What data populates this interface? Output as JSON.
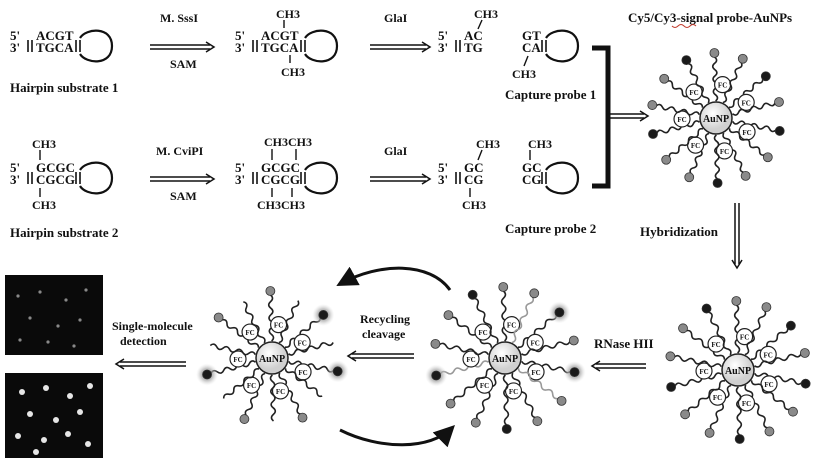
{
  "row1": {
    "substrate_label": "Hairpin substrate 1",
    "stem_top": "ACGT",
    "stem_bottom": "TGCA",
    "prime5": "5'",
    "prime3": "3'",
    "enzyme1": "M. SssI",
    "cofactor": "SAM",
    "methyl": "CH3",
    "enzyme2": "GlaI",
    "frag_top": "AC",
    "frag_bottom": "TG",
    "hp_top": "GT",
    "hp_bottom": "CA",
    "probe_label": "Capture probe 1"
  },
  "row2": {
    "substrate_label": "Hairpin substrate 2",
    "stem_top": "GCGC",
    "stem_bottom": "CGCG",
    "prime5": "5'",
    "prime3": "3'",
    "enzyme1": "M. CviPI",
    "cofactor": "SAM",
    "methyl": "CH3",
    "methyl_pair": "CH3CH3",
    "enzyme2": "GlaI",
    "frag_top": "GC",
    "frag_bottom": "CG",
    "hp_top": "GC",
    "hp_bottom": "CG",
    "probe_label": "Capture probe 2"
  },
  "nanoparticle": {
    "title": "Cy5/Cy3-signal probe-AuNPs",
    "core_label": "AuNP",
    "fc_label": "FC"
  },
  "steps": {
    "hybridization": "Hybridization",
    "rnase": "RNase HII",
    "recycling_line1": "Recycling",
    "recycling_line2": "cleavage",
    "detection_line1": "Single-molecule",
    "detection_line2": "detection"
  },
  "colors": {
    "ink": "#111111",
    "dot_dark": "#1a1a1a",
    "dot_gray": "#8a8a8a",
    "glow": "#9a9a9a",
    "panel": "#0a0a0a",
    "spot": "#f2f2f2"
  }
}
